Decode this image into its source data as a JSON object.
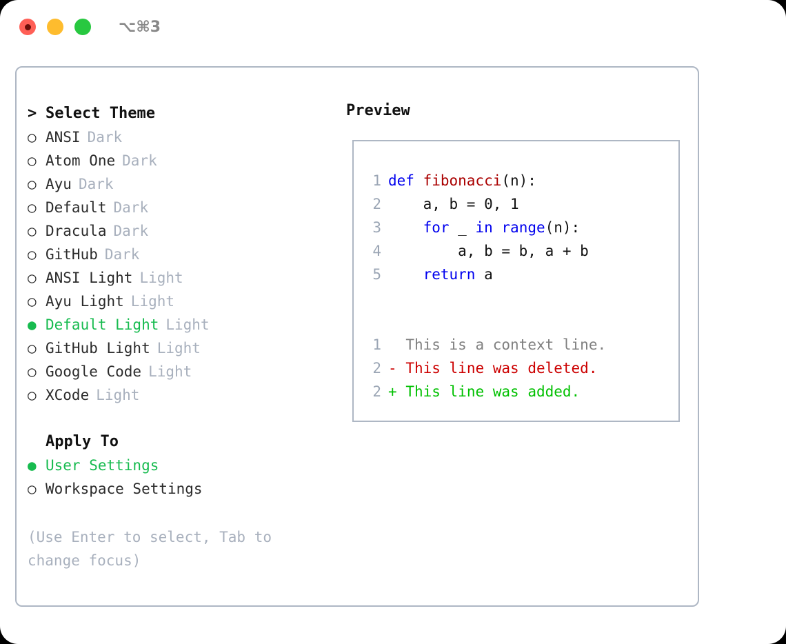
{
  "window": {
    "shortcut": "⌥⌘3",
    "traffic_lights": [
      {
        "name": "close",
        "color": "#ff5f56"
      },
      {
        "name": "minimize",
        "color": "#febc2e"
      },
      {
        "name": "maximize",
        "color": "#28c840"
      }
    ]
  },
  "colors": {
    "selected_green": "#17bb4f",
    "muted_gray": "#a8b0bd",
    "border": "#aeb7c4",
    "keyword_blue": "#0000ee",
    "function_red": "#aa0000",
    "diff_add_green": "#00c000",
    "diff_del_red": "#cc0000",
    "line_number": "#9aa5b4"
  },
  "theme_picker": {
    "heading": "Select Theme",
    "heading_prefix": ">",
    "bullet_unselected": "○",
    "bullet_selected": "●",
    "items": [
      {
        "name": "ANSI",
        "tag": "Dark",
        "selected": false
      },
      {
        "name": "Atom One",
        "tag": "Dark",
        "selected": false
      },
      {
        "name": "Ayu",
        "tag": "Dark",
        "selected": false
      },
      {
        "name": "Default",
        "tag": "Dark",
        "selected": false
      },
      {
        "name": "Dracula",
        "tag": "Dark",
        "selected": false
      },
      {
        "name": "GitHub",
        "tag": "Dark",
        "selected": false
      },
      {
        "name": "ANSI Light",
        "tag": "Light",
        "selected": false
      },
      {
        "name": "Ayu Light",
        "tag": "Light",
        "selected": false
      },
      {
        "name": "Default Light",
        "tag": "Light",
        "selected": true
      },
      {
        "name": "GitHub Light",
        "tag": "Light",
        "selected": false
      },
      {
        "name": "Google Code",
        "tag": "Light",
        "selected": false
      },
      {
        "name": "XCode",
        "tag": "Light",
        "selected": false
      }
    ]
  },
  "apply_to": {
    "heading": "Apply To",
    "items": [
      {
        "name": "User Settings",
        "selected": true
      },
      {
        "name": "Workspace Settings",
        "selected": false
      }
    ]
  },
  "hint": "(Use Enter to select, Tab to change focus)",
  "preview": {
    "title": "Preview",
    "code_lines": [
      {
        "number": "1",
        "tokens": [
          {
            "text": "def ",
            "kind": "kw"
          },
          {
            "text": "fibonacci",
            "kind": "fn"
          },
          {
            "text": "(n):",
            "kind": "plain"
          }
        ]
      },
      {
        "number": "2",
        "tokens": [
          {
            "text": "    a, b = 0, 1",
            "kind": "plain"
          }
        ]
      },
      {
        "number": "3",
        "tokens": [
          {
            "text": "    ",
            "kind": "plain"
          },
          {
            "text": "for",
            "kind": "kw"
          },
          {
            "text": " _ ",
            "kind": "plain"
          },
          {
            "text": "in",
            "kind": "kw"
          },
          {
            "text": " ",
            "kind": "plain"
          },
          {
            "text": "range",
            "kind": "kw"
          },
          {
            "text": "(n):",
            "kind": "plain"
          }
        ]
      },
      {
        "number": "4",
        "tokens": [
          {
            "text": "        a, b = b, a + b",
            "kind": "plain"
          }
        ]
      },
      {
        "number": "5",
        "tokens": [
          {
            "text": "    ",
            "kind": "plain"
          },
          {
            "text": "return",
            "kind": "kw"
          },
          {
            "text": " a",
            "kind": "plain"
          }
        ]
      }
    ],
    "diff_lines": [
      {
        "number": "1",
        "marker": " ",
        "text": "This is a context line.",
        "kind": "ctx"
      },
      {
        "number": "2",
        "marker": "-",
        "text": "This line was deleted.",
        "kind": "del"
      },
      {
        "number": "2",
        "marker": "+",
        "text": "This line was added.",
        "kind": "add"
      }
    ]
  }
}
